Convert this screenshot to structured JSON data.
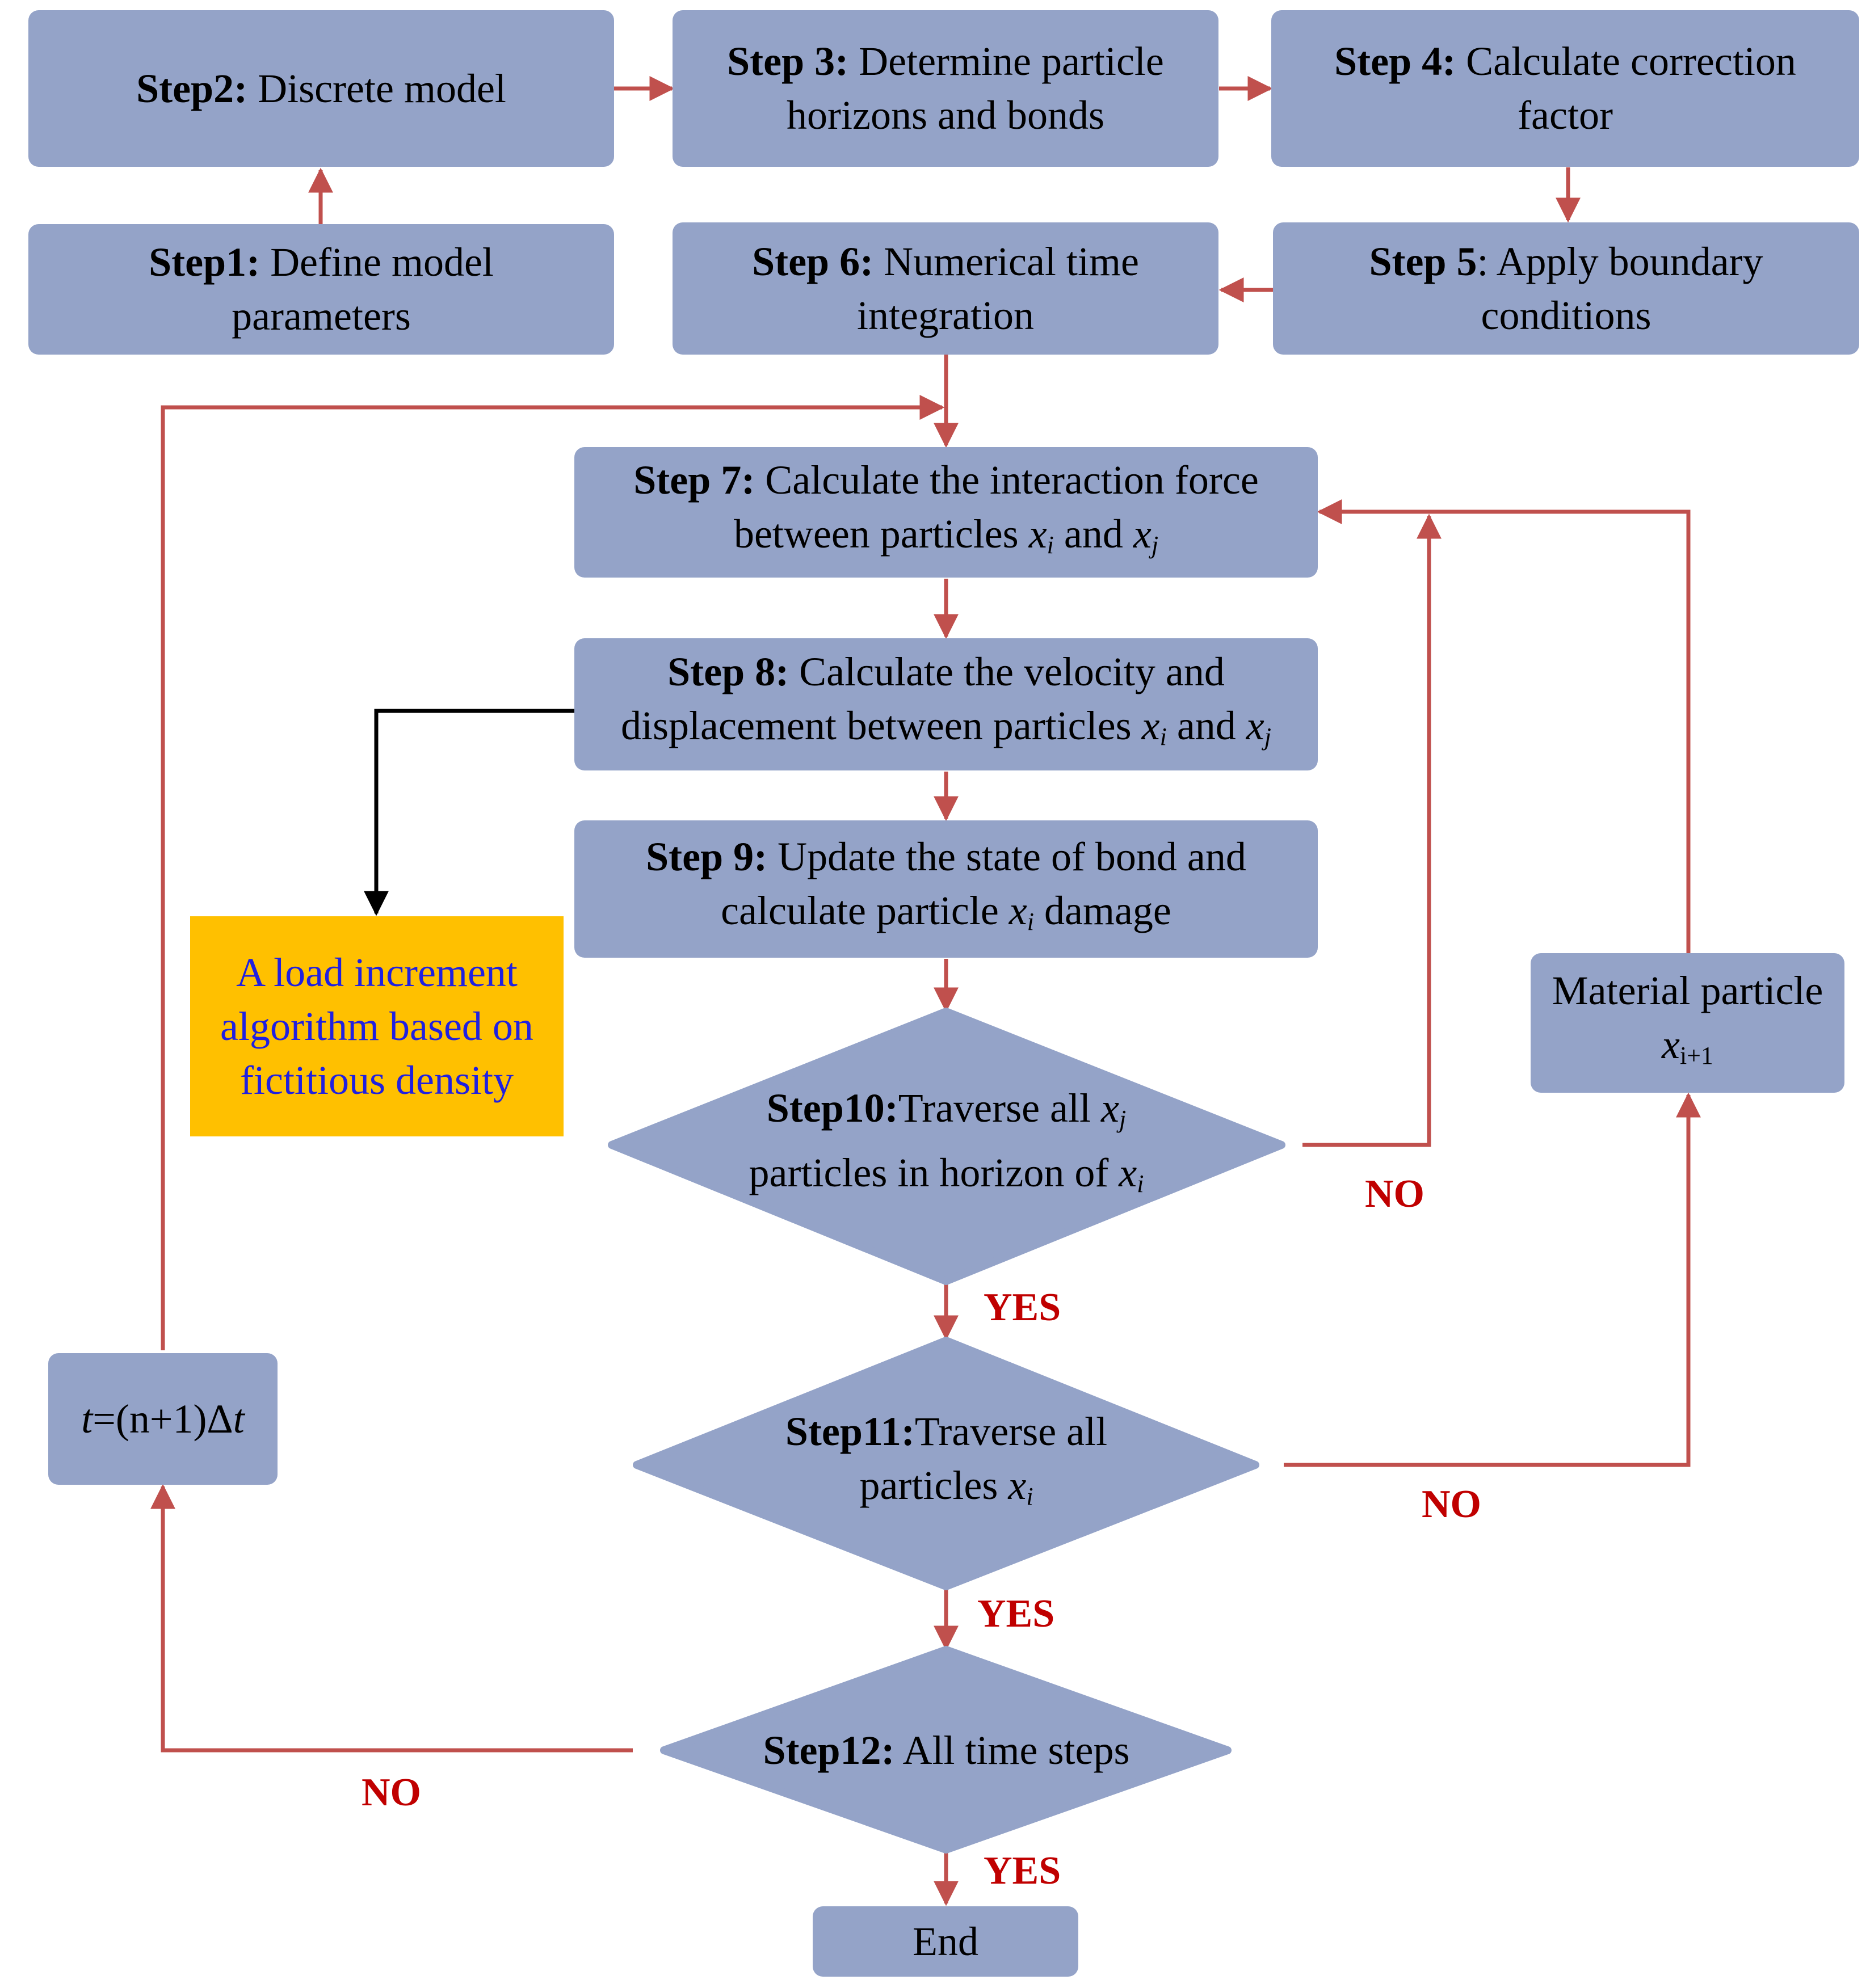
{
  "steps": {
    "s1": {
      "bold": "Step1:",
      "text": " Define model",
      "line2": "parameters"
    },
    "s2": {
      "bold": "Step2:",
      "text": " Discrete model"
    },
    "s3": {
      "bold": "Step 3:",
      "text": " Determine particle",
      "line2": "horizons and bonds"
    },
    "s4": {
      "bold": "Step 4:",
      "text": " Calculate correction",
      "line2": "factor"
    },
    "s5": {
      "bold": "Step 5",
      "text": ": Apply boundary",
      "line2": "conditions"
    },
    "s6": {
      "bold": "Step 6:",
      "text": " Numerical time",
      "line2": "integration"
    },
    "s7": {
      "bold": "Step 7:",
      "text": " Calculate the interaction force",
      "line2a": "between particles ",
      "v1": "x",
      "s1": "i",
      "and": " and ",
      "v2": "x",
      "s2": "j"
    },
    "s8": {
      "bold": "Step 8:",
      "text": " Calculate the velocity and",
      "line2a": "displacement between particles ",
      "v1": "x",
      "s1": "i",
      "and": " and ",
      "v2": "x",
      "s2": "j"
    },
    "s9": {
      "bold": "Step 9:",
      "text": " Update the state of bond and",
      "line2a": "calculate particle ",
      "v1": "x",
      "s1": "i",
      "line2b": " damage"
    },
    "s10": {
      "bold": "Step10:",
      "text": "Traverse all ",
      "v1": "x",
      "s1": "j",
      "line2a": "particles in horizon of ",
      "v2": "x",
      "s2": "i"
    },
    "s11": {
      "bold": "Step11:",
      "text": "Traverse all",
      "line2a": "particles ",
      "v1": "x",
      "s1": "i"
    },
    "s12": {
      "bold": "Step12:",
      "text": " All time steps"
    },
    "end": {
      "text": "End"
    }
  },
  "material": {
    "text": "Material particle",
    "v": "x",
    "sub": "i+1"
  },
  "time": {
    "t": "t",
    "mid": "=(n+1)Δ",
    "t2": "t"
  },
  "note": {
    "text": "A load increment algorithm based on fictitious density"
  },
  "labels": {
    "no1": "NO",
    "no2": "NO",
    "no3": "NO",
    "yes1": "YES",
    "yes2": "YES",
    "yes3": "YES"
  },
  "colors": {
    "box": "#94A3C8",
    "arrow": "#C0504D",
    "note_bg": "#FFC000",
    "note_text": "#2020E0",
    "label": "#C00000"
  }
}
